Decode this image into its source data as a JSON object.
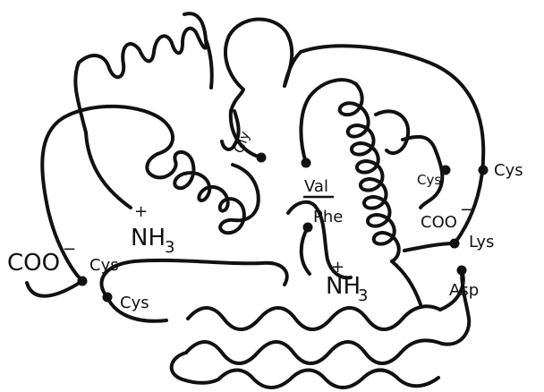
{
  "diagram": {
    "labels": {
      "coo_left": "COO",
      "coo_left_charge": "−",
      "cys_left": "Cys",
      "cys_bottom_left": "Cys",
      "nh3_left": "NH",
      "nh3_left_sub": "3",
      "nh3_left_charge": "+",
      "gly": "Gly",
      "val": "Val",
      "phe": "Phe",
      "nh3_center": "NH",
      "nh3_center_sub": "3",
      "nh3_center_charge": "+",
      "cys_inner": "Cys",
      "coo_inner": "COO",
      "coo_inner_charge": "−",
      "cys_right": "Cys",
      "lys": "Lys",
      "asp": "Asp"
    }
  }
}
